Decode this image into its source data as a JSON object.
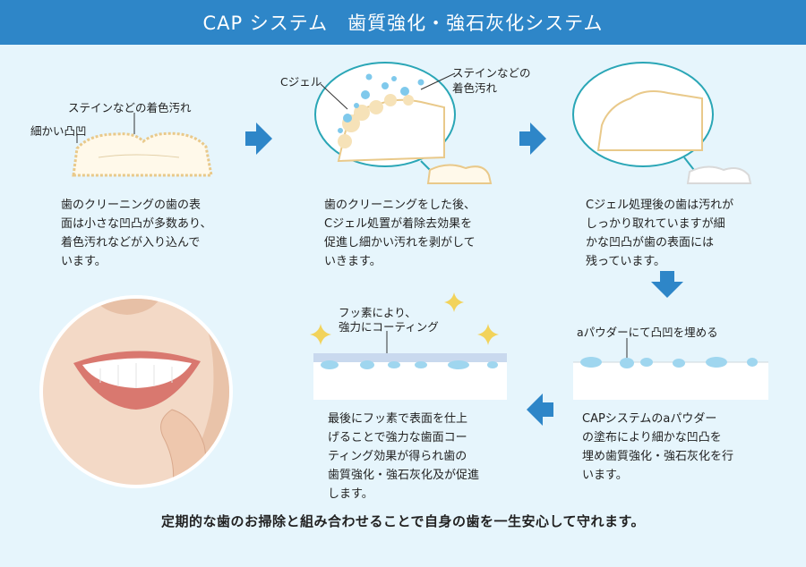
{
  "header": {
    "title": "CAP システム　歯質強化・強石灰化システム"
  },
  "step1": {
    "label_stain": "ステインなどの着色汚れ",
    "label_bumps": "細かい凸凹",
    "desc_lines": [
      "歯のクリーニングの歯の表",
      "面は小さな凹凸が多数あり、",
      "着色汚れなどが入り込んで",
      "います。"
    ]
  },
  "step2": {
    "label_cgel": "Cジェル",
    "label_stain_1": "ステインなどの",
    "label_stain_2": "着色汚れ",
    "desc_lines": [
      "歯のクリーニングをした後、",
      "Cジェル処置が着除去効果を",
      "促進し細かい汚れを剥がして",
      "いきます。"
    ]
  },
  "step3": {
    "desc_lines": [
      "Cジェル処理後の歯は汚れが",
      "しっかり取れていますが細",
      "かな凹凸が歯の表面には",
      "残っています。"
    ]
  },
  "step4": {
    "label_powder": "aパウダーにて凸凹を埋める",
    "desc_lines": [
      "CAPシステムのaパウダー",
      "の塗布により細かな凹凸を",
      "埋め歯質強化・強石灰化を行",
      "います。"
    ]
  },
  "step5": {
    "label_coat_1": "フッ素により、",
    "label_coat_2": "強力にコーティング",
    "desc_lines": [
      "最後にフッ素で表面を仕上",
      "げることで強力な歯面コー",
      "ティング効果が得られ歯の",
      "歯質強化・強石灰化及が促進",
      "します。"
    ]
  },
  "footer": {
    "text": "定期的な歯のお掃除と組み合わせることで自身の歯を一生安心して守れます。"
  },
  "colors": {
    "header": "#2e86c8",
    "background": "#e6f5fc",
    "arrow": "#2e86c8",
    "circle_border": "#2aa6b6",
    "tooth_cream": "#f6e2b8",
    "bubble": "#7fc9ec"
  }
}
